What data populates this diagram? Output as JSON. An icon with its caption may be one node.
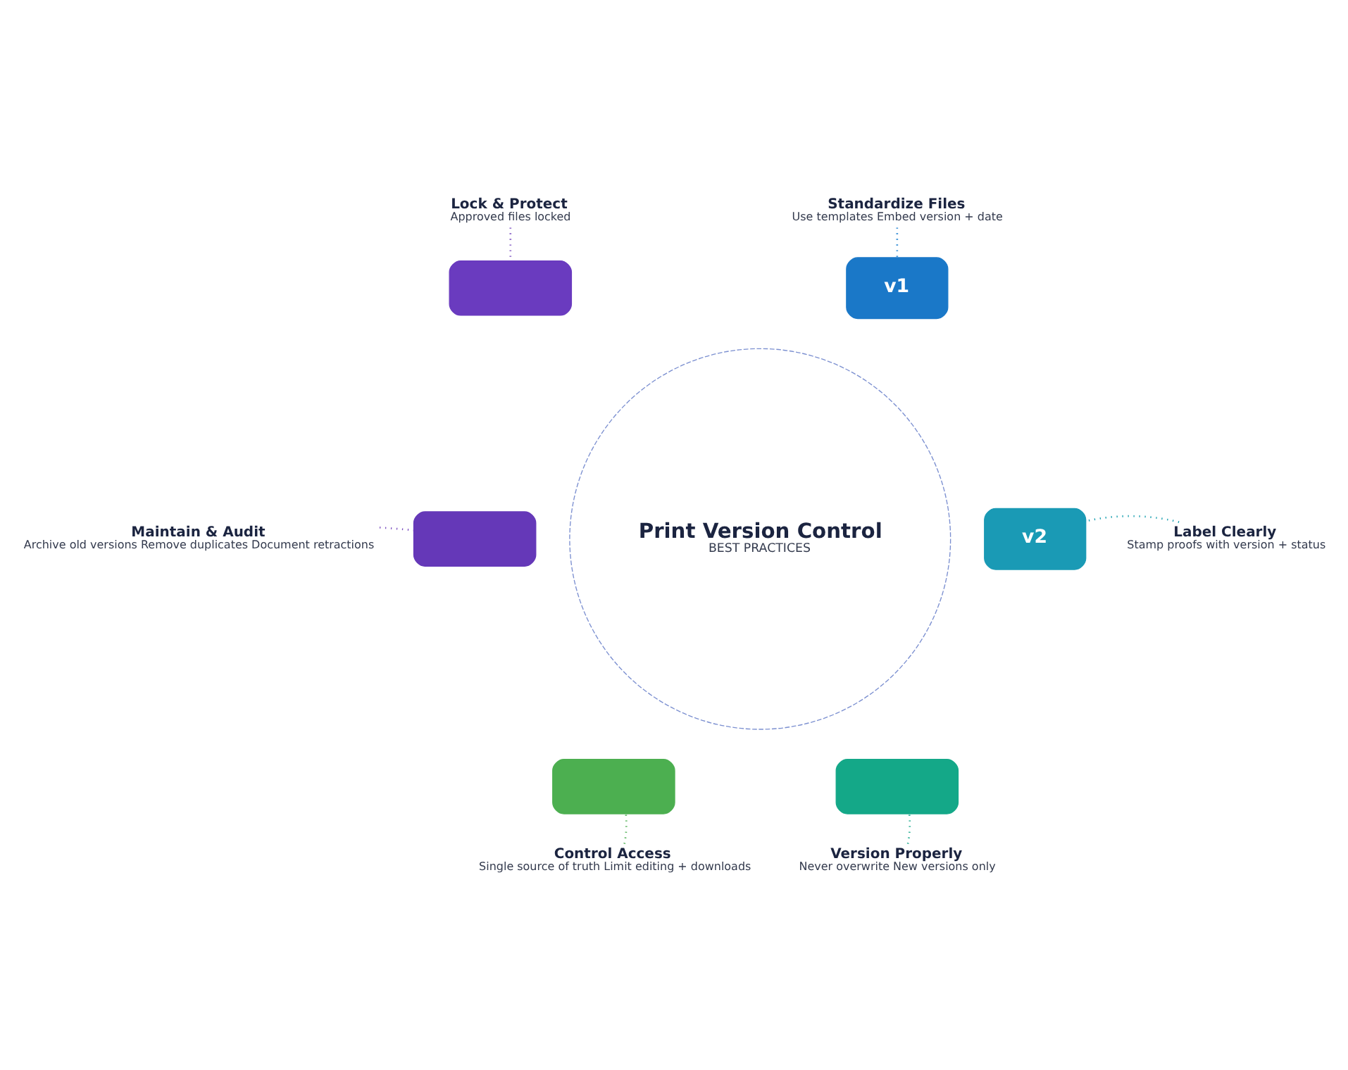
{
  "diagram": {
    "nodes": [
      {
        "text": [
          "Lock & Protect",
          "Approved files locked"
        ]
      },
      {
        "text": [
          "Standardize Files",
          "Use templates Embed version + date"
        ]
      },
      {
        "text": [],
        "shape": "bar"
      },
      {
        "text": [
          "v1"
        ]
      },
      {
        "text": [
          "Maintain & Audit",
          "Archive old versions Remove duplicates Document retractions"
        ]
      },
      {
        "text": [],
        "shape": "bar"
      },
      {
        "text": [
          "Print Version Control",
          "BEST PRACTICES"
        ]
      },
      {
        "text": [
          "v2"
        ]
      },
      {
        "text": [
          "Label Clearly",
          "Stamp proofs with version + status"
        ]
      },
      {
        "text": [],
        "shape": "bar"
      },
      {
        "text": [],
        "shape": "bar"
      },
      {
        "text": [
          "Control Access",
          "Single source of truth Limit editing + downloads"
        ]
      },
      {
        "text": [
          "Version Properly",
          "Never overwrite New versions only"
        ]
      }
    ],
    "edges": [
      {
        "from": 0,
        "to": 2,
        "arrow": "none",
        "style": "dashed",
        "color": "#7b4fc0"
      },
      {
        "from": 1,
        "to": 3,
        "arrow": "none",
        "style": "dashed",
        "color": "#1a7fd0"
      },
      {
        "from": 4,
        "to": 5,
        "arrow": "none",
        "style": "dashed",
        "color": "#7b4fc0"
      },
      {
        "from": 8,
        "to": 7,
        "arrow": "none",
        "style": "dashed",
        "color": "#1aa0b0"
      },
      {
        "from": 11,
        "to": 9,
        "arrow": "none",
        "style": "dashed",
        "color": "#4caf50"
      },
      {
        "from": 12,
        "to": 10,
        "arrow": "none",
        "style": "dashed",
        "color": "#17a88a"
      }
    ]
  }
}
